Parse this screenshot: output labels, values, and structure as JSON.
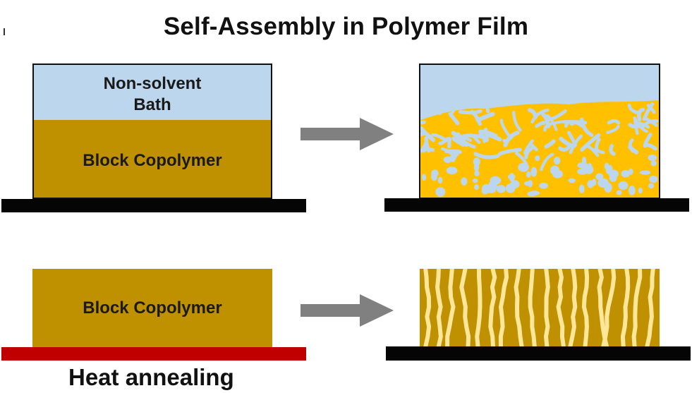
{
  "title": "Self-Assembly in Polymer Film",
  "top_left": {
    "bath_label_line1": "Non-solvent",
    "bath_label_line2": "Bath",
    "polymer_label": "Block Copolymer"
  },
  "bottom_left": {
    "polymer_label": "Block Copolymer",
    "heater_label": "Heat annealing"
  },
  "colors": {
    "bath": "#bcd6ed",
    "polymer": "#bf9000",
    "porous_domain": "#ffc000",
    "lamella": "#ffe699",
    "substrate": "#050505",
    "heater": "#c00000",
    "arrow": "#808080"
  }
}
